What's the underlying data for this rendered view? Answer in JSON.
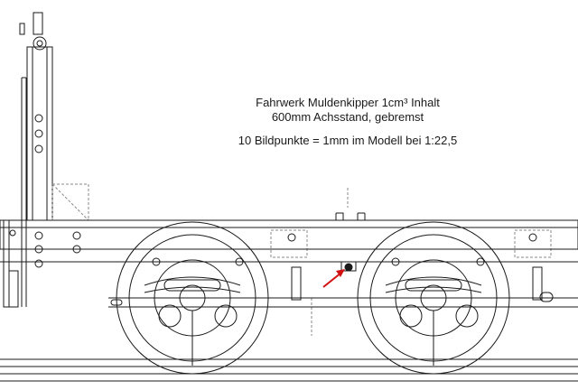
{
  "caption": {
    "title_line1": "Fahrwerk Muldenkipper 1cm³ Inhalt",
    "title_line2": "600mm Achsstand, gebremst",
    "scale_note": "10 Bildpunkte = 1mm im Modell bei 1:22,5"
  },
  "colors": {
    "line": "#1a1a1a",
    "dashed": "#8a8a8a",
    "arrow": "#d21010",
    "background": "#ffffff"
  }
}
